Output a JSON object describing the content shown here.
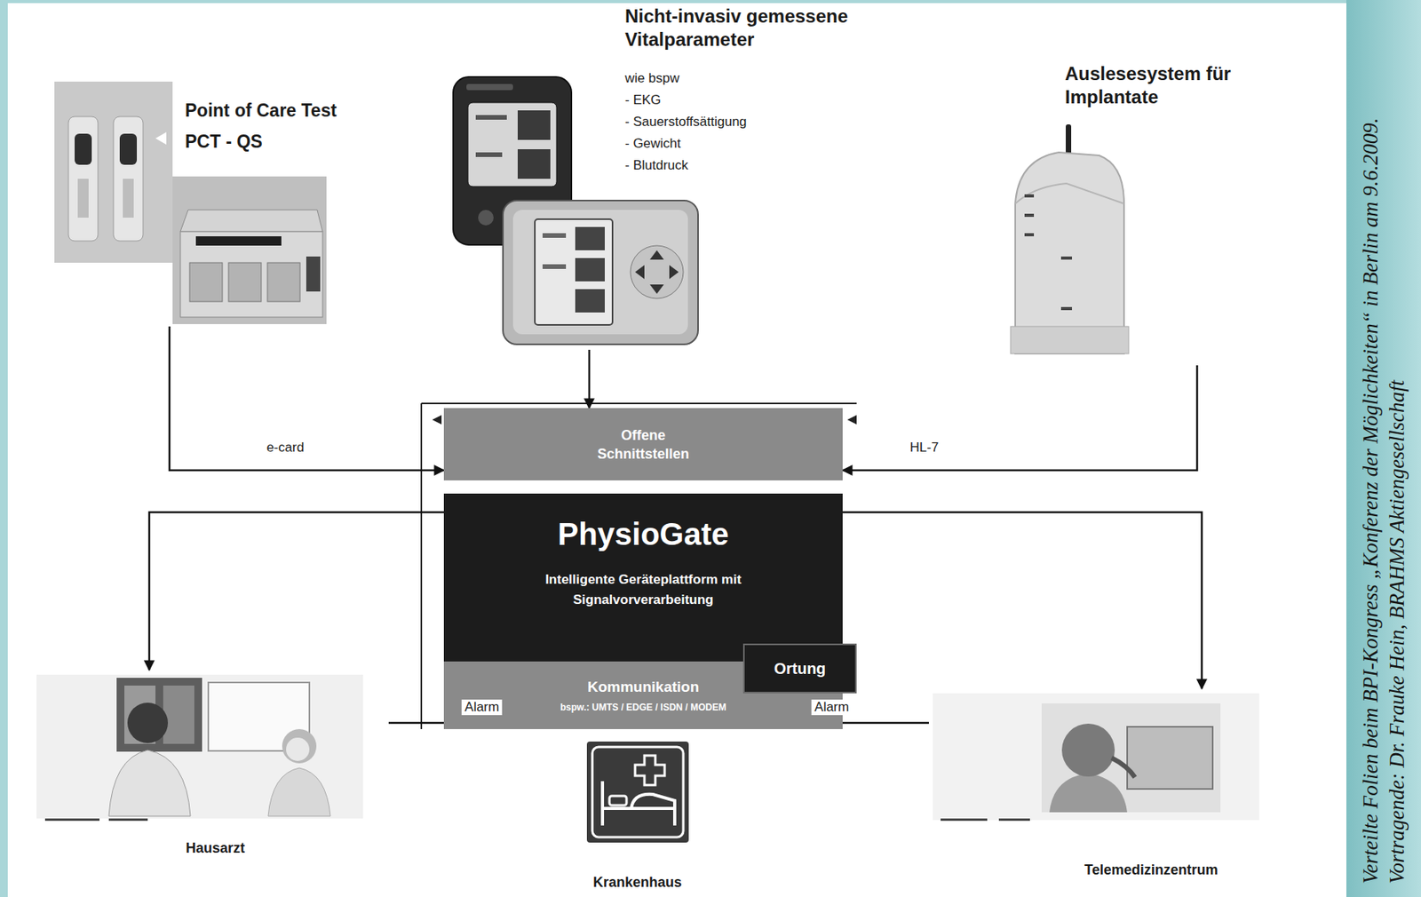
{
  "diagram": {
    "nodes": [
      {
        "text": [
          "Point of Care Test",
          "PCT - QS"
        ]
      },
      {
        "text": [
          "Nicht-invasiv gemessene Vitalparameter",
          "wie bspw",
          "- EKG",
          "- Sauerstoffsättigung",
          "- Gewicht",
          "- Blutdruck"
        ]
      },
      {
        "text": [
          "Auslesesystem für Implantate"
        ]
      },
      {
        "text": [
          "Offene Schnittstellen"
        ]
      },
      {
        "text": [
          "PhysioGate",
          "Intelligente Geräteplattform mit Signalvorverarbeitung"
        ]
      },
      {
        "text": [
          "Kommunikation",
          "bspw.: UMTS / EDGE / ISDN / MODEM"
        ]
      },
      {
        "text": [
          "Ortung"
        ]
      },
      {
        "text": [
          "Hausarzt"
        ]
      },
      {
        "text": [
          "Krankenhaus"
        ]
      },
      {
        "text": [
          "Telemedizinzentrum"
        ]
      }
    ],
    "edges": [
      {
        "from": 0,
        "to": 3,
        "arrow": "to"
      },
      {
        "from": 1,
        "to": 3,
        "arrow": "to"
      },
      {
        "from": 2,
        "to": 3,
        "arrow": "to"
      },
      {
        "from": 4,
        "to": 7,
        "label": "e-card",
        "arrow": "to"
      },
      {
        "from": 4,
        "to": 9,
        "label": "HL-7",
        "arrow": "to"
      },
      {
        "from": 7,
        "to": 8,
        "label": "Alarm",
        "arrow": "to"
      },
      {
        "from": 9,
        "to": 8,
        "label": "Alarm",
        "arrow": "to"
      }
    ],
    "labels": [
      "Verteilte Folien beim BPI-Kongress „Konferenz der Möglichkeiten“ in Berlin am 9.6.2009. Vortragende: Dr. Frauke Hein, BRAHMS Aktiengesellschaft"
    ]
  }
}
